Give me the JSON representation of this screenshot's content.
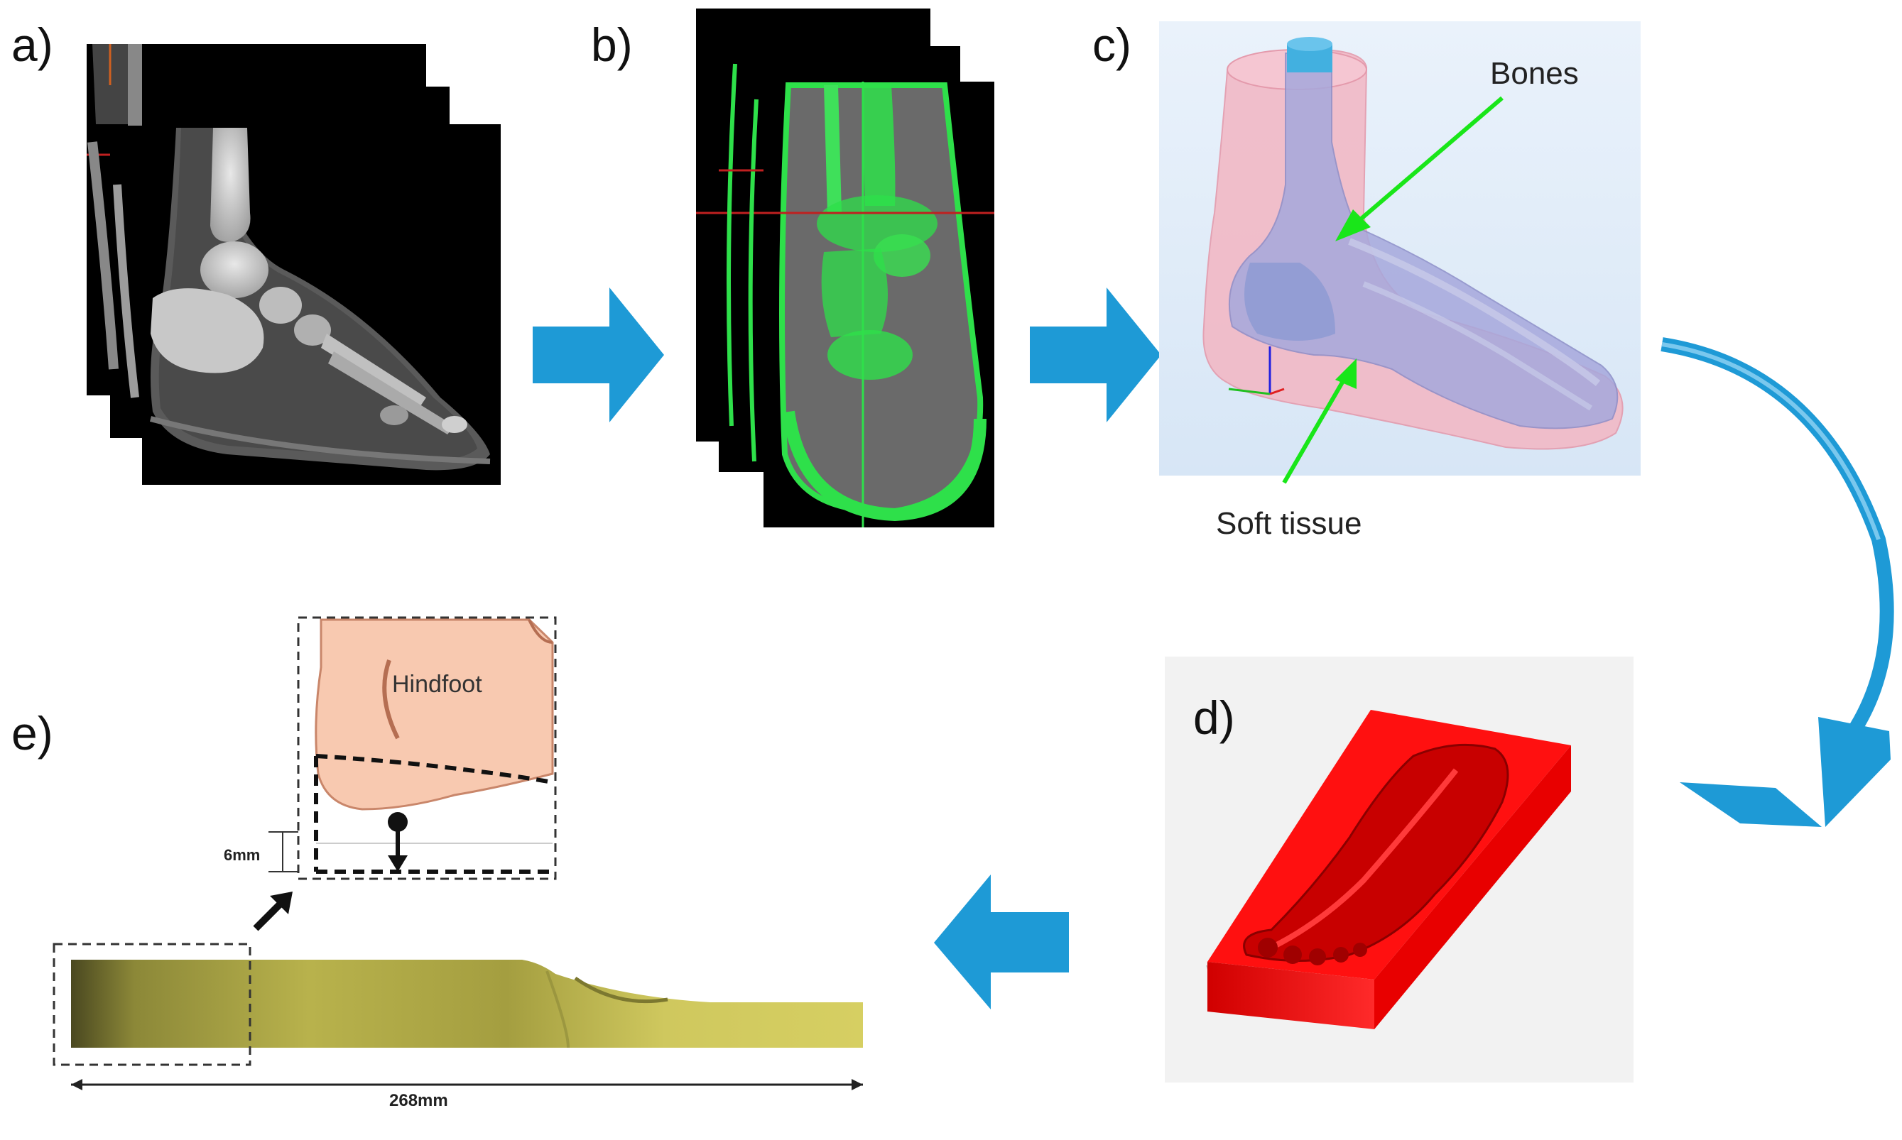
{
  "panels": {
    "a": {
      "label": "a)"
    },
    "b": {
      "label": "b)"
    },
    "c": {
      "label": "c)",
      "bones_label": "Bones",
      "soft_tissue_label": "Soft tissue"
    },
    "d": {
      "label": "d)"
    },
    "e": {
      "label": "e)",
      "hindfoot_label": "Hindfoot",
      "depth_label": "6mm",
      "length_label": "268mm"
    }
  },
  "colors": {
    "arrow_blue": "#1e9ad6",
    "bone_segmentation_green": "#2ee04a",
    "soft_tissue_pink": "#f2b9c6",
    "bone_lavender": "#a6a8dc",
    "mold_red": "#ff1010",
    "insole_olive": "#c8c25a",
    "hindfoot_skin": "#f8c9b0",
    "annotation_arrow_green": "#19e619"
  },
  "icons": [
    "right-arrow-icon",
    "curved-arrow-icon",
    "left-arrow-icon",
    "diagonal-arrow-icon"
  ]
}
